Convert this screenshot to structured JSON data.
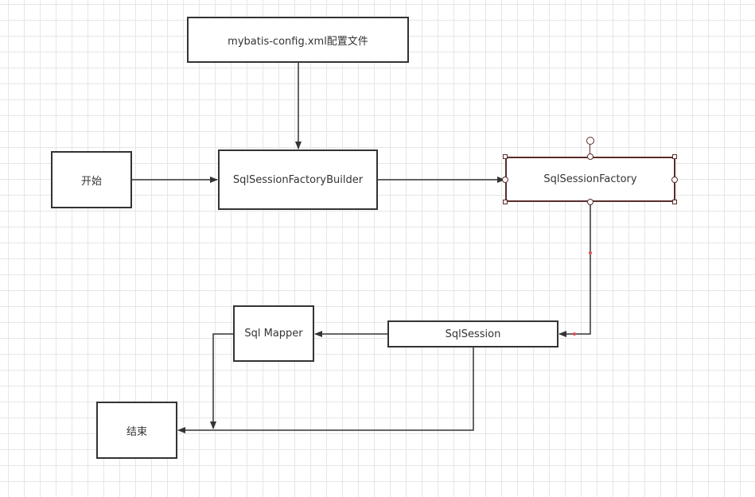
{
  "nodes": {
    "config": "mybatis-config.xml配置文件",
    "start": "开始",
    "builder": "SqlSessionFactoryBuilder",
    "factory": "SqlSessionFactory",
    "session": "SqlSession",
    "mapper": "Sql Mapper",
    "end": "结束"
  },
  "colors": {
    "border": "#333333",
    "edge": "#333333",
    "selected_border": "#5a2c2c",
    "grid": "#e6e6e6",
    "waypoint": "#e05050"
  }
}
